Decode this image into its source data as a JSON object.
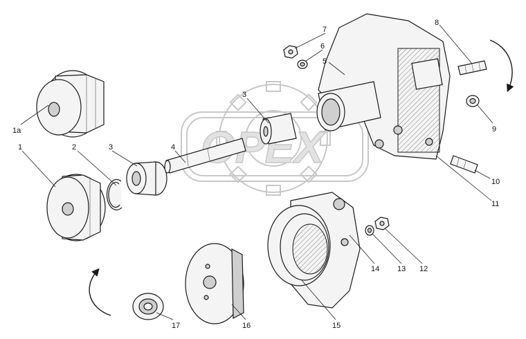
{
  "watermark": {
    "text": "OPEX"
  },
  "callouts": {
    "c1a": "1a",
    "c1": "1",
    "c2": "2",
    "c3a": "3",
    "c3b": "3",
    "c4": "4",
    "c5": "5",
    "c6": "6",
    "c7": "7",
    "c8": "8",
    "c9": "9",
    "c10": "10",
    "c11": "11",
    "c12": "12",
    "c13": "13",
    "c14": "14",
    "c15": "15",
    "c16": "16",
    "c17": "17"
  }
}
